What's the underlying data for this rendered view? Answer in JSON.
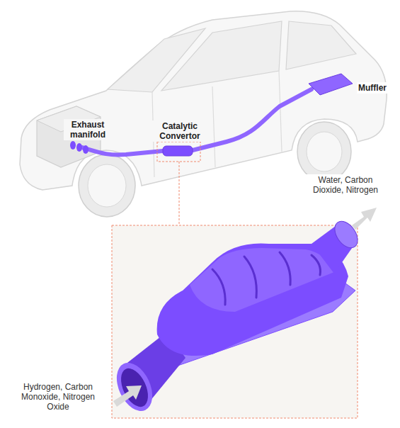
{
  "diagram": {
    "labels": [
      "Exhaust manifold",
      "Catalytic Convertor",
      "Muffler",
      "Water, Carbon Dioxide, Nitrogen",
      "Hydrogen, Carbon Monoxide, Nitrogen Oxide"
    ]
  }
}
